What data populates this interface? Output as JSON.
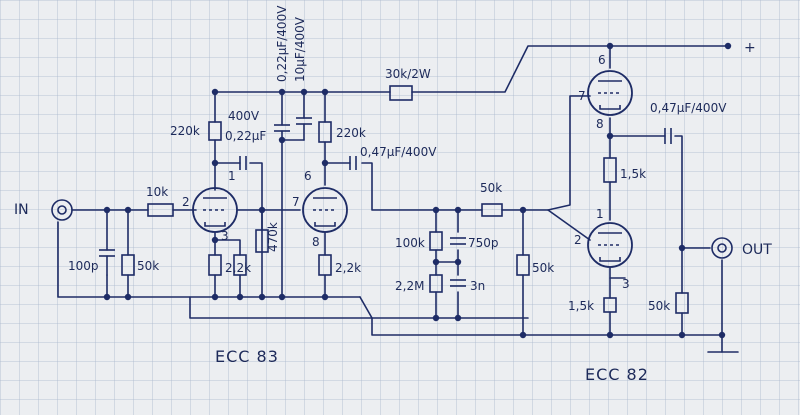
{
  "labels": {
    "input": "IN",
    "output": "OUT",
    "plus": "+",
    "tube1_name": "ECC 83",
    "tube2_name": "ECC 82",
    "r_input": "10k",
    "c_input": "100p",
    "r_input_gnd": "50k",
    "r_plate1": "220k",
    "c_decouple_note": "400V",
    "c_decouple": "0,22µF",
    "r_plate2": "220k",
    "c_filter_a": "0,22µF/400V",
    "c_filter_b": "10µF/400V",
    "r_supply": "30k/2W",
    "c_couple1": "",
    "r_cathode_stack": "470k",
    "r_cathode1": "2,2k",
    "r_cathode2": "2,2k",
    "c_couple2": "0,47µF/400V",
    "r_tone1": "100k",
    "c_tone1": "750p",
    "r_tone2": "2,2M",
    "c_tone2": "3n",
    "r_mid": "50k",
    "r_grid_out": "50k",
    "r_plate_out": "1,5k",
    "r_cathode_out": "1,5k",
    "r_out_load": "50k",
    "c_out": "0,47µF/400V",
    "pin_t1_a": "1",
    "pin_t1_g": "2",
    "pin_t1_k": "3",
    "pin_t1b_a": "6",
    "pin_t1b_g": "7",
    "pin_t1b_k": "8",
    "pin_t2_top": "6",
    "pin_t2_g_top": "7",
    "pin_t2_k_top": "8",
    "pin_t2_a": "1",
    "pin_t2_g": "2",
    "pin_t2_k": "3"
  }
}
